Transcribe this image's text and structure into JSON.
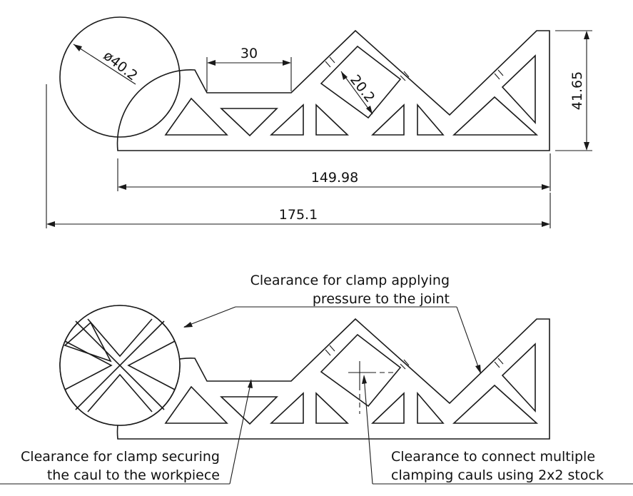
{
  "dimensions": {
    "slot_width": "30",
    "hole_diameter": "ø40.2",
    "square_size": "20.2",
    "height": "41.65",
    "inner_length": "149.98",
    "overall_length": "175.1"
  },
  "callouts": {
    "top_right": [
      "Clearance for clamp applying",
      "pressure to the joint"
    ],
    "bottom_left": [
      "Clearance for clamp securing",
      "the caul to the workpiece"
    ],
    "bottom_right": [
      "Clearance to connect multiple",
      "clamping cauls using 2x2 stock"
    ]
  }
}
